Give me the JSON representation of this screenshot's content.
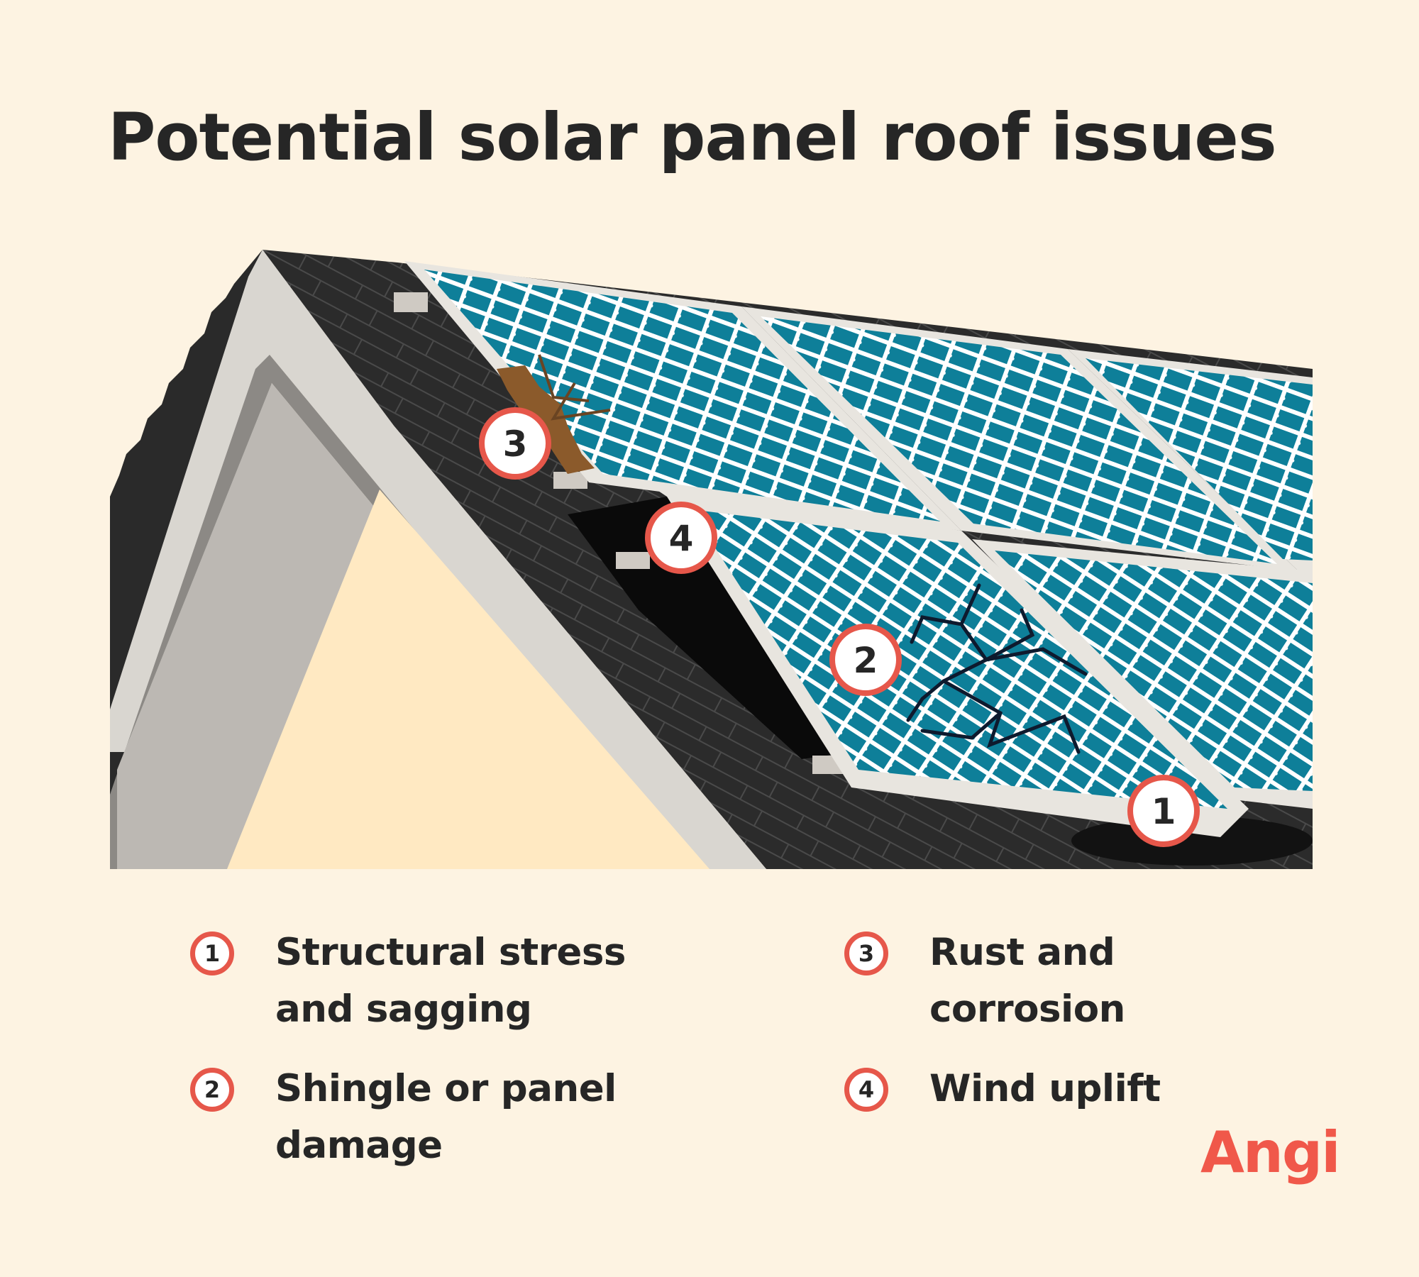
{
  "title": "Potential solar panel roof issues",
  "markers": [
    {
      "number": "1",
      "icon": "structural-stress-marker"
    },
    {
      "number": "2",
      "icon": "panel-damage-marker"
    },
    {
      "number": "3",
      "icon": "rust-marker"
    },
    {
      "number": "4",
      "icon": "wind-uplift-marker"
    }
  ],
  "legend": [
    {
      "number": "1",
      "line1": "Structural stress",
      "line2": "and sagging"
    },
    {
      "number": "2",
      "line1": "Shingle or panel",
      "line2": "damage"
    },
    {
      "number": "3",
      "line1": "Rust and",
      "line2": "corrosion"
    },
    {
      "number": "4",
      "line1": "Wind uplift",
      "line2": ""
    }
  ],
  "brand": {
    "logo": "Angi"
  },
  "colors": {
    "background": "#fdf3e2",
    "accent": "#e6574a",
    "panel_cell": "#0e7f99",
    "roof_shingle": "#2a2a2a",
    "wall": "#ffe9c2",
    "text": "#262626"
  }
}
